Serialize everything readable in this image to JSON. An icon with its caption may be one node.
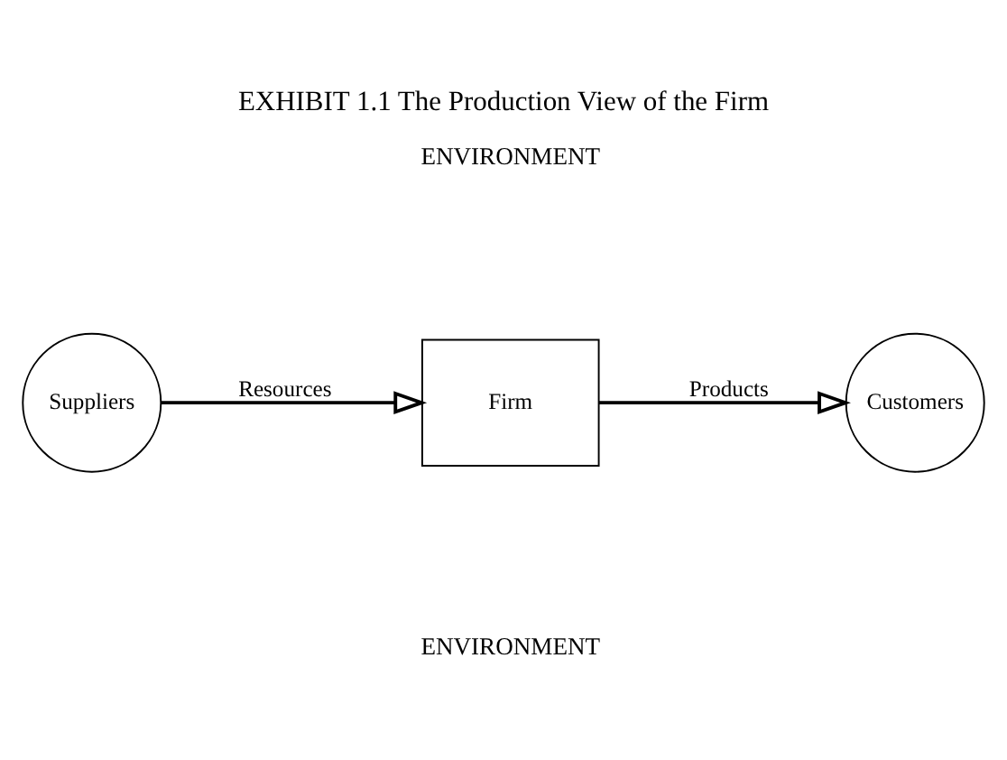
{
  "diagram": {
    "title": "EXHIBIT 1.1 The Production View of the Firm",
    "nodes": [
      {
        "text": [
          "Suppliers"
        ]
      },
      {
        "text": [
          "Firm"
        ]
      },
      {
        "text": [
          "Customers"
        ]
      }
    ],
    "edges": [
      {
        "from": 0,
        "to": 1,
        "arrow": "to",
        "label": "Resources"
      },
      {
        "from": 1,
        "to": 2,
        "arrow": "to",
        "label": "Products"
      }
    ],
    "labels": [
      "ENVIRONMENT",
      "ENVIRONMENT"
    ]
  }
}
